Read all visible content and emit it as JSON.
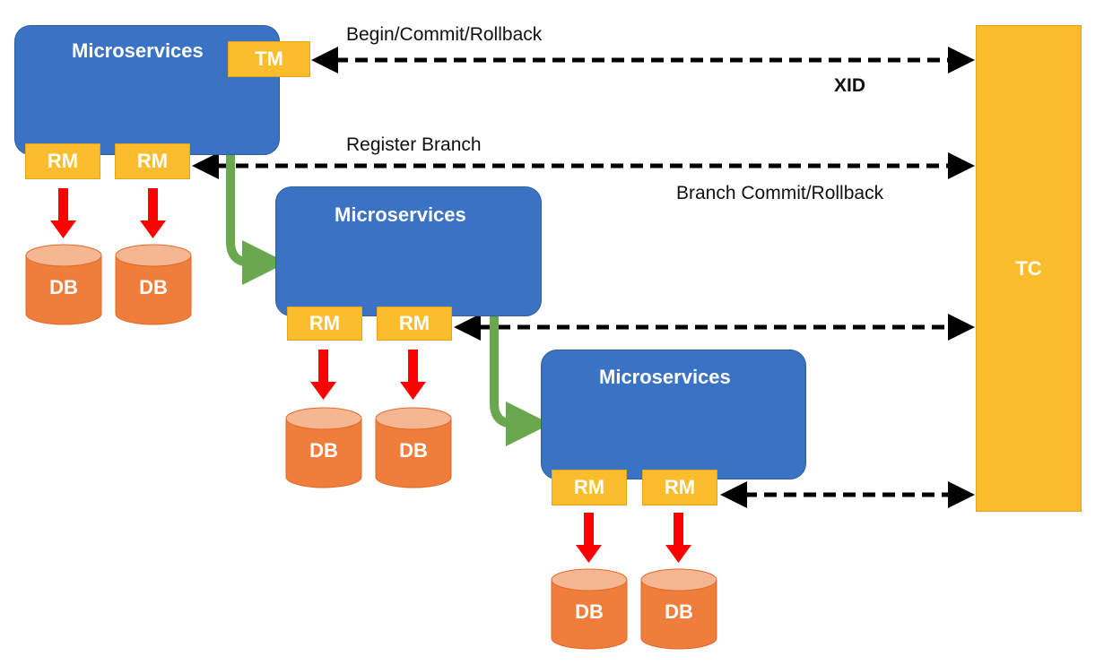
{
  "ms1": {
    "title": "Microservices",
    "tm": "TM",
    "rm1": "RM",
    "rm2": "RM",
    "db1": "DB",
    "db2": "DB"
  },
  "ms2": {
    "title": "Microservices",
    "rm1": "RM",
    "rm2": "RM",
    "db1": "DB",
    "db2": "DB"
  },
  "ms3": {
    "title": "Microservices",
    "rm1": "RM",
    "rm2": "RM",
    "db1": "DB",
    "db2": "DB"
  },
  "tc": {
    "label": "TC"
  },
  "labels": {
    "begin_commit_rollback": "Begin/Commit/Rollback",
    "xid": "XID",
    "register_branch": "Register Branch",
    "branch_commit_rollback": "Branch Commit/Rollback"
  },
  "colors": {
    "microservice": "#3a72c4",
    "tag": "#fbbd2e",
    "db": "#ef7d3c",
    "db_top": "#f7b692",
    "red_arrow": "#ff0000",
    "green_arrow": "#6aa84f",
    "dashed_arrow": "#000000"
  }
}
